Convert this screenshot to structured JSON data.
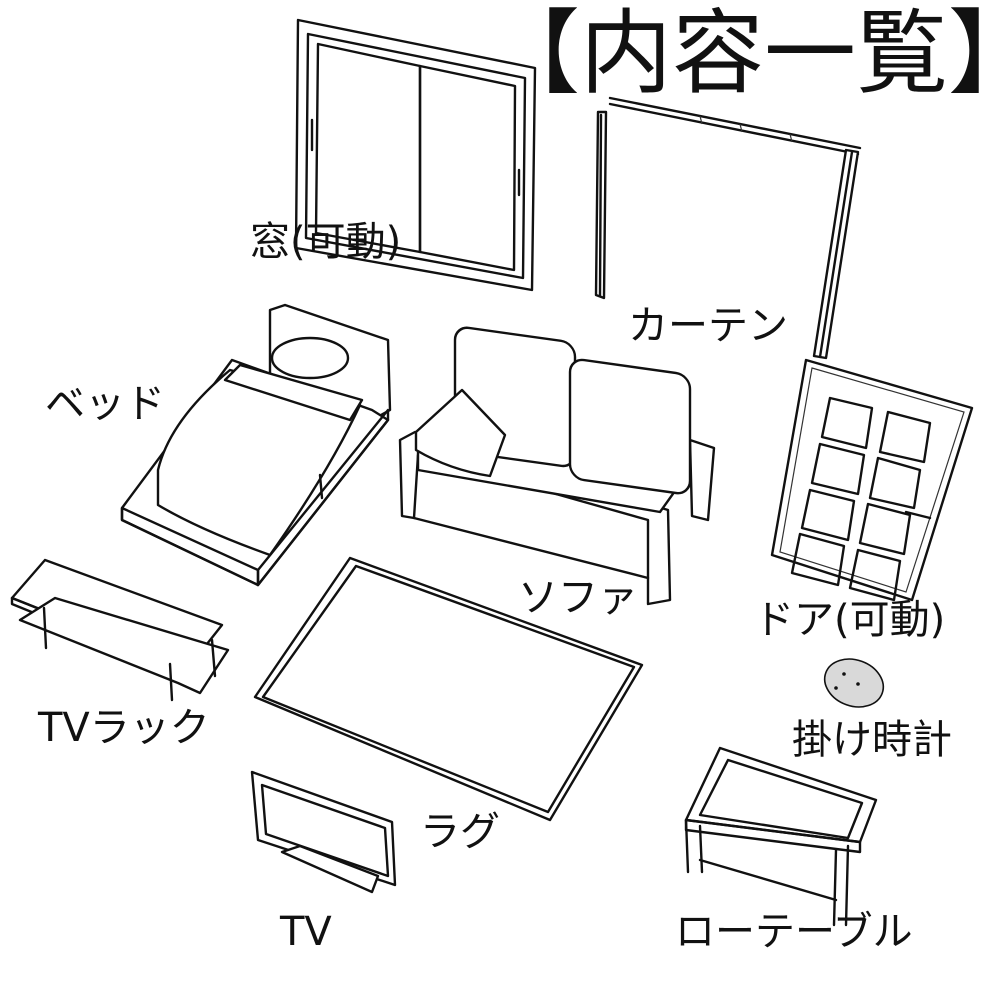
{
  "title": "【内容一覧】",
  "items": {
    "window": "窓(可動)",
    "curtain": "カーテン",
    "bed": "ベッド",
    "sofa": "ソファ",
    "door": "ドア(可動)",
    "tv_rack": "TVラック",
    "rug": "ラグ",
    "clock": "掛け時計",
    "tv": "TV",
    "low_table": "ローテーブル"
  },
  "colors": {
    "line": "#111111",
    "background": "#ffffff",
    "clock_fill": "#d9d9d9"
  }
}
